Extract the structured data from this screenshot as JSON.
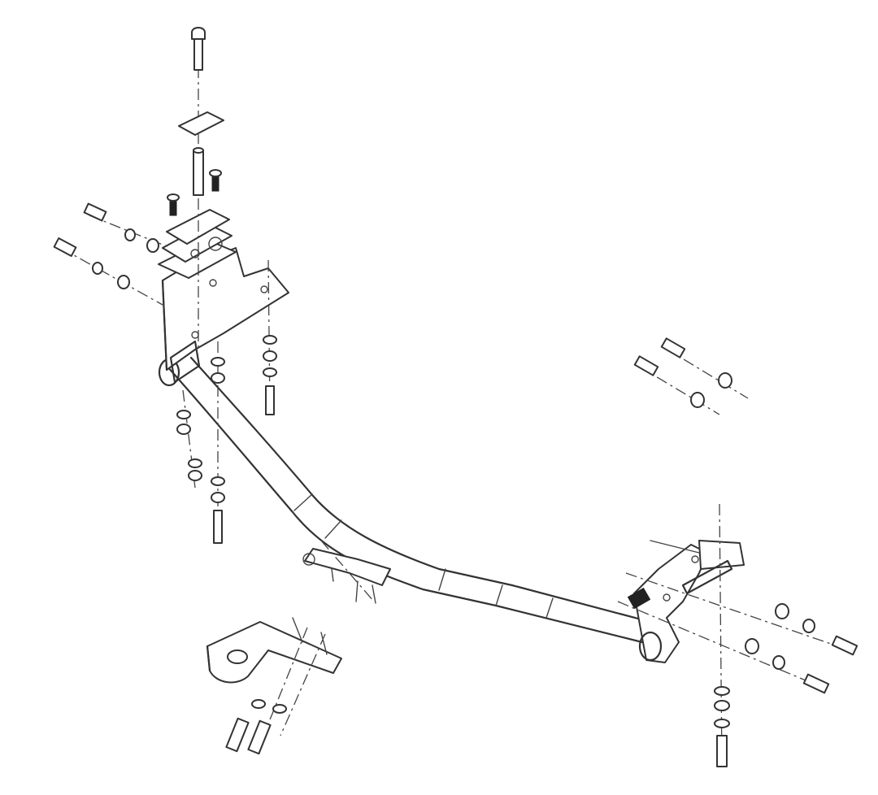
{
  "diagram": {
    "background": "#ffffff",
    "line_color": "#333333",
    "parts": {
      "crossbar": "tow-bar-crossbar-tube",
      "left_bracket": "left-side-mounting-bracket",
      "right_bracket": "right-side-mounting-bracket",
      "ball_mount": "ball-mount-drawbar",
      "fasteners": "bolts-nuts-washers"
    }
  }
}
